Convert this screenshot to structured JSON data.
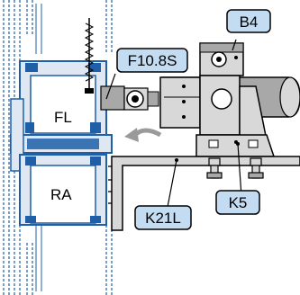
{
  "labels": {
    "b4": "B4",
    "f108s": "F10.8S",
    "k21l": "K21L",
    "k5": "K5",
    "fl": "FL",
    "ra": "RA"
  },
  "colors": {
    "callout_fill": "#c4dcf2",
    "profile_blue": "#1f5fa8",
    "profile_fill": "#dfe8f2",
    "metal_grey": "#a8a8a8",
    "metal_light": "#d8d8d8",
    "arrow_grey": "#9a9a9a",
    "line": "#000000"
  },
  "icons": {
    "arrow": "curved-arrow-icon",
    "screw": "screw-icon",
    "bolt": "bolt-icon"
  }
}
